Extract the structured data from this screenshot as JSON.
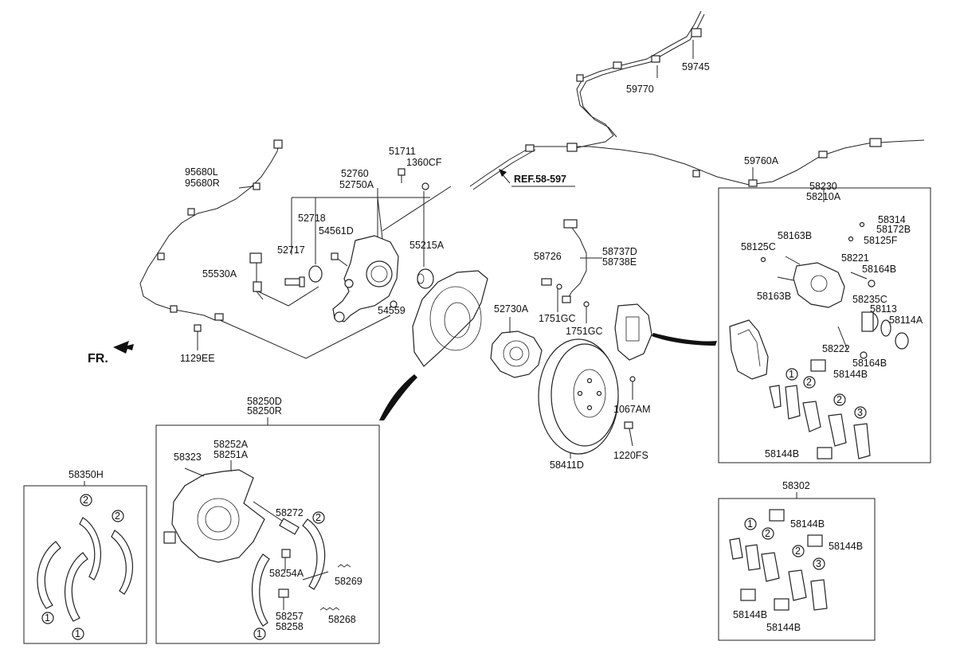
{
  "labels": {
    "p59745": "59745",
    "p59770": "59770",
    "p59760a": "59760A",
    "p58230": "58230",
    "p58210a": "58210A",
    "p51711": "51711",
    "p1360cf": "1360CF",
    "ref": "REF.58-597",
    "p95680l": "95680L",
    "p95680r": "95680R",
    "p52760": "52760",
    "p52750a": "52750A",
    "p52718": "52718",
    "p54561d": "54561D",
    "p52717": "52717",
    "p55215a": "55215A",
    "p55530a": "55530A",
    "p54559": "54559",
    "p1129ee": "1129EE",
    "fr": "FR.",
    "p52730a": "52730A",
    "p58726": "58726",
    "p58737d": "58737D",
    "p58738e": "58738E",
    "p1751gc_a": "1751GC",
    "p1751gc_b": "1751GC",
    "p1067am": "1067AM",
    "p1220fs": "1220FS",
    "p58411d": "58411D",
    "p58314": "58314",
    "p58172b": "58172B",
    "p58163b_a": "58163B",
    "p58125c": "58125C",
    "p58125f": "58125F",
    "p58221": "58221",
    "p58164b_a": "58164B",
    "p58163b_b": "58163B",
    "p58235c": "58235C",
    "p58113": "58113",
    "p58114a": "58114A",
    "p58222": "58222",
    "p58164b_b": "58164B",
    "p58144b_a": "58144B",
    "p58144b_b": "58144B",
    "p58250d": "58250D",
    "p58250r": "58250R",
    "p58252a": "58252A",
    "p58251a": "58251A",
    "p58323": "58323",
    "p58272": "58272",
    "p58254a": "58254A",
    "p58269": "58269",
    "p58257": "58257",
    "p58258": "58258",
    "p58268": "58268",
    "p58350h": "58350H",
    "p58302": "58302",
    "p58144b_c": "58144B",
    "p58144b_d": "58144B",
    "p58144b_e": "58144B",
    "p58144b_f": "58144B"
  },
  "callouts": {
    "one": "1",
    "two": "2",
    "three": "3"
  }
}
